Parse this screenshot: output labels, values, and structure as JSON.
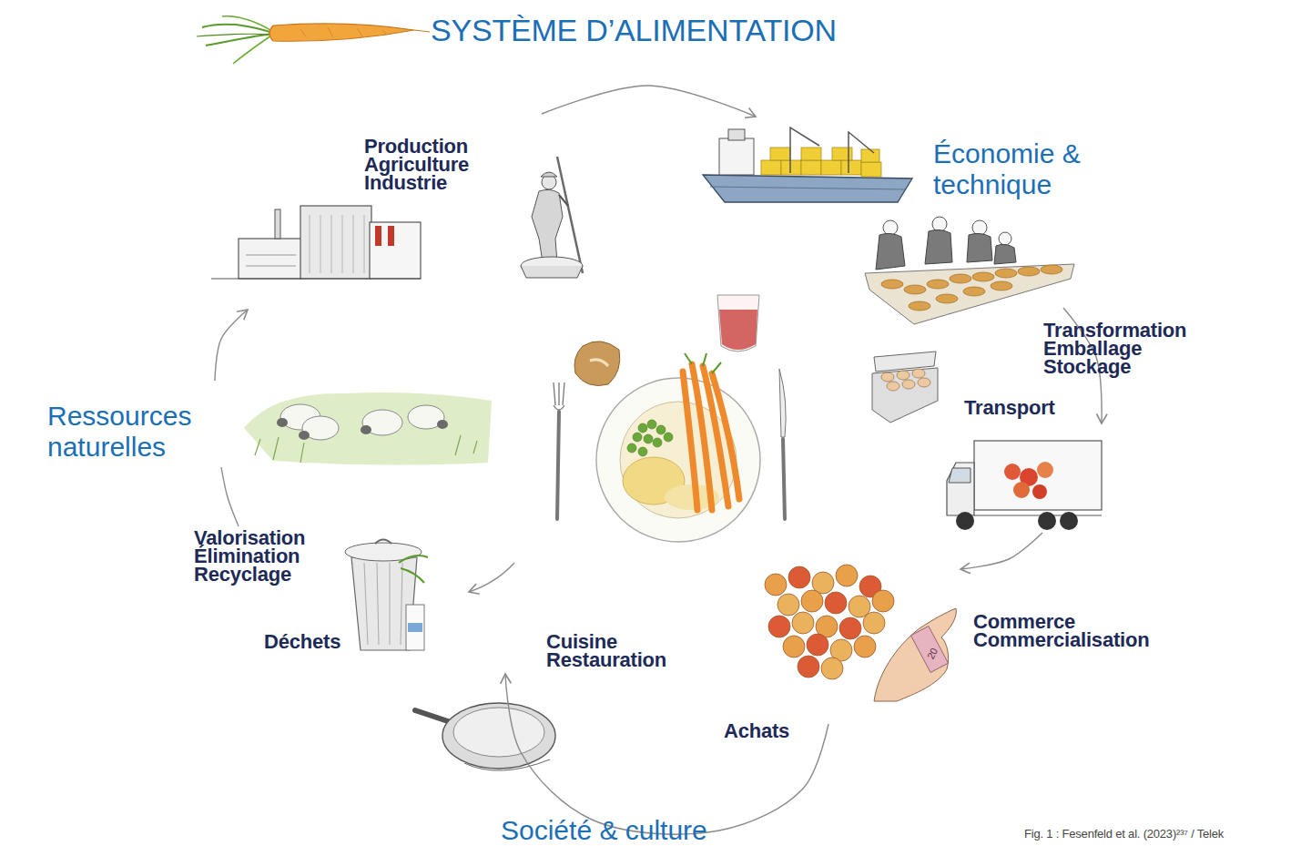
{
  "diagram": {
    "title": "SYSTÈME D’ALIMENTATION",
    "caption": "Fig. 1 : Fesenfeld et al. (2023)²³⁷ / Telek",
    "nodes": [
      {
        "text": [
          "Production Agriculture Industrie"
        ]
      },
      {
        "text": [
          "Transformation Emballage Stockage"
        ]
      },
      {
        "text": [
          "Transport"
        ]
      },
      {
        "text": [
          "Commerce Commercialisation"
        ]
      },
      {
        "text": [
          "Cuisine Restauration"
        ]
      },
      {
        "text": [
          "Valorisation Élimination Recyclage",
          "Déchets"
        ]
      },
      {
        "text": [
          "Ressources naturelles"
        ]
      }
    ],
    "edges": [
      {
        "from": 0,
        "to": 1,
        "arrow": "to"
      },
      {
        "from": 1,
        "to": 2,
        "arrow": "to"
      },
      {
        "from": 2,
        "to": 3,
        "arrow": "to"
      },
      {
        "from": 3,
        "to": 4,
        "label": "Achats",
        "arrow": "to"
      },
      {
        "from": 5,
        "to": 6,
        "arrow": "none"
      },
      {
        "from": 6,
        "to": 0,
        "arrow": "to"
      }
    ],
    "labels": [
      "Économie & technique",
      "Société & culture",
      "20"
    ]
  }
}
